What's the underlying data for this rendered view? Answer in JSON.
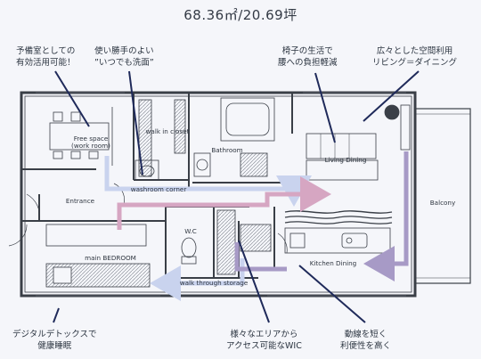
{
  "title": "68.36㎡/20.69坪",
  "callouts": {
    "spare_room": [
      "予備室としての",
      "有効活用可能！"
    ],
    "washroom": [
      "使い勝手のよい",
      "”いつでも洗面”"
    ],
    "chair_life": [
      "椅子の生活で",
      "腰への負担軽減"
    ],
    "spacious_living": [
      "広々とした空間利用",
      "リビング＝ダイニング"
    ],
    "digital_detox": [
      "デジタルデトックスで",
      "健康睡眠"
    ],
    "wic_access": [
      "様々なエリアから",
      "アクセス可能なWIC"
    ],
    "short_flow": [
      "動線を短く",
      "利便性を高く"
    ]
  },
  "rooms": {
    "free_space": [
      "Free space",
      "(work room)"
    ],
    "walk_in_closet": "walk in closet",
    "bathroom": "Bathroom",
    "living_dining": "Living Dining",
    "washroom_corner": "washroom corner",
    "entrance": "Entrance",
    "balcony": "Balcony",
    "wc": "W.C",
    "main_bedroom": "main BEDROOM",
    "kitchen_dining": "Kitchen Dining",
    "walk_through_storage": "walk through storage"
  },
  "colors": {
    "wall": "#3a3f47",
    "leader": "#1f2a5a",
    "flow_blue": "#c9d3ee",
    "flow_pink": "#d6a6c2",
    "flow_purple": "#a79ac6",
    "background": "#f5f6fa"
  }
}
